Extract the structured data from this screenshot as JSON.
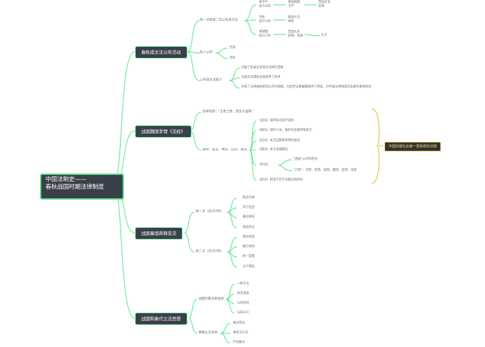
{
  "root": {
    "line1": "中国法制史——",
    "line2": "春秋战国时期法律制度"
  },
  "branches": [
    {
      "title": "春秋成文法公布活动",
      "subs": [
        {
          "label": "第一次和第二次公布成文法"
        },
        {
          "label": "私人公布"
        },
        {
          "label": "公布成文法意义"
        }
      ],
      "items": {
        "a1": "郑子产",
        "a1b": "前536年",
        "a2": "邓析",
        "a2b": "前510年",
        "a3": "郑驷歂",
        "a3b": "前513年",
        "b1": "郑国刑鼎",
        "b1b": "子产",
        "b2": "郑国大夫",
        "b2b": "郑析",
        "b3": "晋国大夫",
        "b3b": "赵鞅、荀寅",
        "c1": "晋国大夫",
        "c1b": "赵鞅",
        "d3": "孔子",
        "p1": "竹刑",
        "p2": "邓析",
        "m1": "打破了奴隶主贵族对法律的垄断",
        "m2": "为成文法典的出现提供了条件",
        "m3": "开辟了法律由秘密到公开的道路，为后世法典编纂提供了借鉴，对中国法律制度的发展有重要影响"
      }
    },
    {
      "title": "战国魏国李悝《法经》",
      "subs": [
        {
          "label": "指导思想：\"王者之政，莫急于盗贼\""
        },
        {
          "label": "篇目：盗法、贼法、囚法、捕法、杂法、具法"
        }
      ],
      "items": {
        "f1": "《盗法》保护私有财产权利",
        "f2": "《贼法》保护人身，维护社会秩序和安全",
        "f3": "《囚法》关于囚禁和审判的规定",
        "f4": "《捕法》关于追捕罪犯",
        "f5": "《杂法》",
        "f5a": "\"盗贼\"以外的各项",
        "f5b": "\"六禁\"：淫禁、狡禁、城禁、嬉禁、徒禁、金禁",
        "f6": "《具法》相当于近代法典总则部分"
      },
      "tag": "中国封建社会第一部系统的法典"
    },
    {
      "title": "战国秦国商鞅变法",
      "subs": [
        {
          "label": "第一次（前359年）"
        },
        {
          "label": "第二次（前350年）"
        }
      ],
      "items": {
        "s1": "改法为律",
        "s2": "实行连坐",
        "s3": "重农抑商",
        "s4": "奖励军功",
        "t1": "废除井田",
        "t2": "推行县制",
        "t3": "统一度量",
        "t4": "分户而居"
      }
    },
    {
      "title": "战国和秦代立法思想",
      "subs": [
        {
          "label": "战国时期法家思想"
        },
        {
          "label": "秦朝立法思想"
        }
      ],
      "items": {
        "u1": "一断于法",
        "u2": "刑无等级",
        "u3": "以刑去刑",
        "u4": "法布于众",
        "v1": "缘法而治",
        "v2": "事皆决于法",
        "v3": "严刑重法"
      }
    }
  ]
}
